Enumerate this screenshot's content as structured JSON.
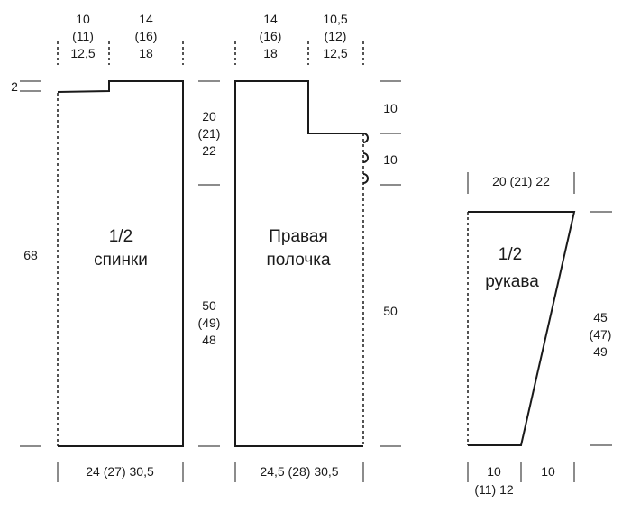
{
  "back": {
    "title_line1": "1/2",
    "title_line2": "спинки",
    "top_left": [
      "10",
      "(11)",
      "12,5"
    ],
    "top_right": [
      "14",
      "(16)",
      "18"
    ],
    "left_small": "2",
    "left_height": "68",
    "right_upper": [
      "20",
      "(21)",
      "22"
    ],
    "right_lower": [
      "50",
      "(49)",
      "48"
    ],
    "bottom_width": "24 (27) 30,5"
  },
  "front": {
    "title_line1": "Правая",
    "title_line2": "полочка",
    "top_left": [
      "14",
      "(16)",
      "18"
    ],
    "top_right": [
      "10,5",
      "(12)",
      "12,5"
    ],
    "right_a": "10",
    "right_b": "10",
    "right_c": "50",
    "bottom_width": "24,5 (28) 30,5"
  },
  "sleeve": {
    "title_line1": "1/2",
    "title_line2": "рукава",
    "top_width": "20 (21) 22",
    "right_height": [
      "45",
      "(47)",
      "49"
    ],
    "bottom_left": [
      "10",
      "(11) 12"
    ],
    "bottom_right": "10"
  }
}
